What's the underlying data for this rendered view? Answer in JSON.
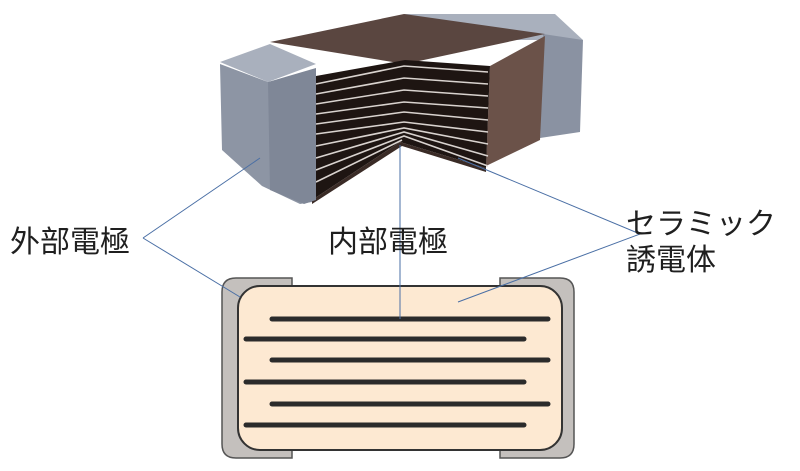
{
  "labels": {
    "external_electrode": "外部電極",
    "internal_electrode": "内部電極",
    "ceramic_dielectric_line1": "セラミック",
    "ceramic_dielectric_line2": "誘電体"
  },
  "colors": {
    "terminal_face": "#9aa2b0",
    "terminal_side": "#7f8797",
    "body_top": "#5a4640",
    "body_front": "#6b5249",
    "cut_dark": "#1e1512",
    "electrode_line": "#d9d3cf",
    "cross_section_fill": "#fde9d2",
    "cross_section_terminal": "#c4c0bd",
    "cross_section_electrode": "#2b2b2b",
    "leader_line": "#4a6fa5"
  }
}
